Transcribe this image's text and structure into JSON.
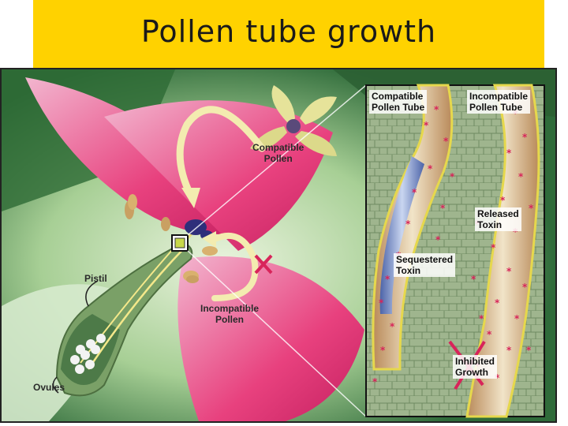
{
  "title": "Pollen tube growth",
  "labels": {
    "compatible_pollen": "Compatible\nPollen",
    "incompatible_pollen": "Incompatible\nPollen",
    "pistil": "Pistil",
    "ovules": "Ovules"
  },
  "inset": {
    "compatible_tube": "Compatible\nPollen Tube",
    "incompatible_tube": "Incompatible\nPollen Tube",
    "released_toxin": "Released\nToxin",
    "sequestered_toxin": "Sequestered\nToxin",
    "inhibited_growth": "Inhibited\nGrowth"
  },
  "colors": {
    "title_bg": "#ffd200",
    "petal_pink": "#e8417e",
    "leaf_green": "#3f8a4a",
    "pollen_arrow": "#f3ecb0",
    "toxin_red": "#d8245a",
    "tube_blue": "#6b86c8"
  }
}
